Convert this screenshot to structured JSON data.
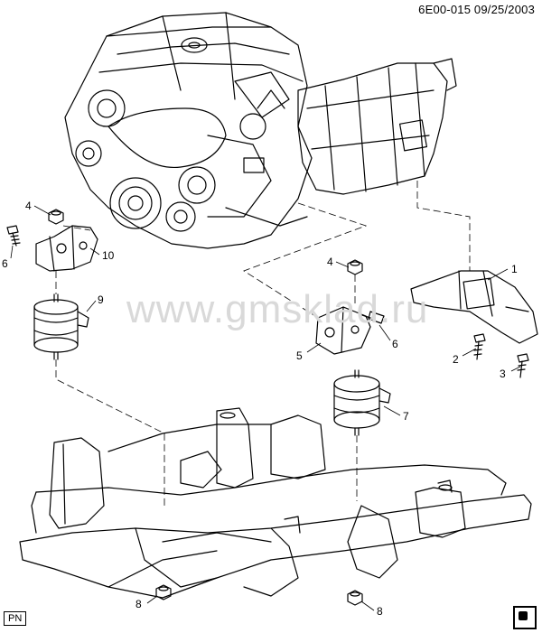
{
  "header": {
    "doc_id": "6E00-015  09/25/2003"
  },
  "watermark": "www.gmsklad.ru",
  "footer": {
    "pn_label": "PN"
  },
  "callouts": {
    "c1": "1",
    "c2": "2",
    "c3": "3",
    "c4a": "4",
    "c4b": "4",
    "c5": "5",
    "c6a": "6",
    "c6b": "6",
    "c7": "7",
    "c8a": "8",
    "c8b": "8",
    "c9": "9",
    "c10": "10"
  }
}
